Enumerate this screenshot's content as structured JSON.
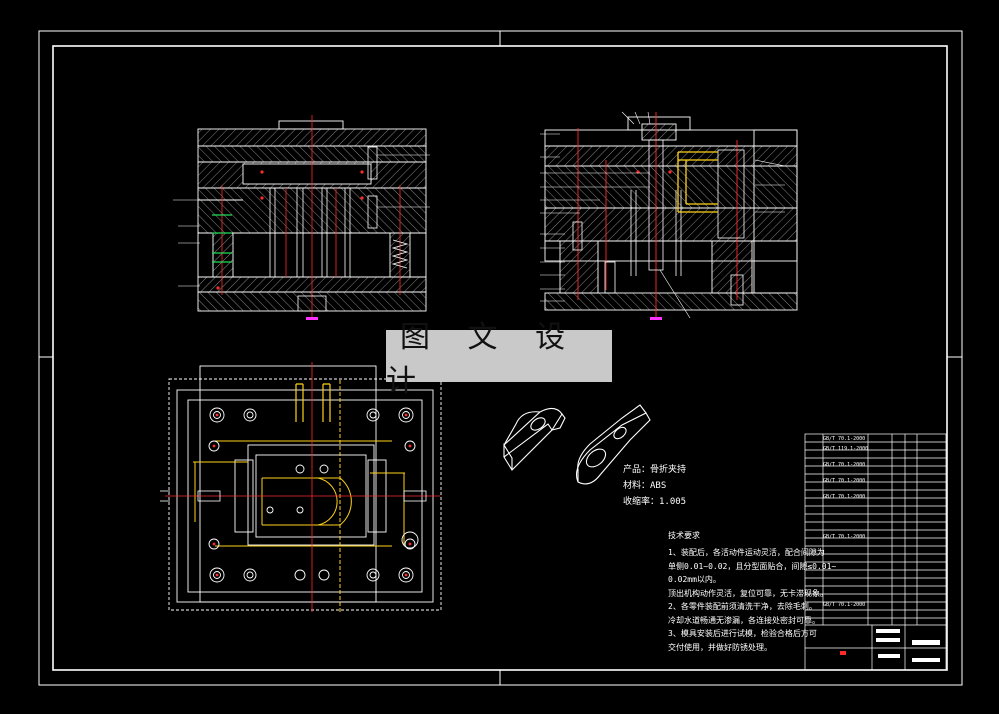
{
  "watermark": "图 文 设 计",
  "product": {
    "name_line": "产品：骨折夹持",
    "material_line": "材料：ABS",
    "shrink_line": "收缩率：1.005"
  },
  "notes": {
    "title": "技术要求",
    "lines": [
      "1、装配后，各活动件运动灵活，配合间隙为",
      "单侧0.01~0.02，且分型面贴合，间隙≤0.01~",
      "0.02mm以内。",
      "顶出机构动作灵活，复位可靠，无卡滞现象。",
      "2、各零件装配前须清洗干净，去除毛刺。",
      "冷却水道畅通无渗漏，各连接处密封可靠。",
      "3、模具安装后进行试模，检验合格后方可",
      "交付使用，并做好防锈处理。"
    ]
  },
  "title_block": {
    "bom_samples": [
      "GB/T 70.1-2000",
      "GB/T 119.1-2000",
      "GB/T 70.1-2000",
      "GB/T 70.1-2000",
      "GB/T 70.1-2000",
      "GB/T 70.1-2000",
      "GB/T 70.1-2000"
    ]
  },
  "colors": {
    "background": "#000000",
    "line": "#ffffff",
    "centerline": "#ff2a2a",
    "yellow": "#ffd21a",
    "magenta": "#ff33ff",
    "green": "#22dd55",
    "cyan": "#22dddd"
  }
}
